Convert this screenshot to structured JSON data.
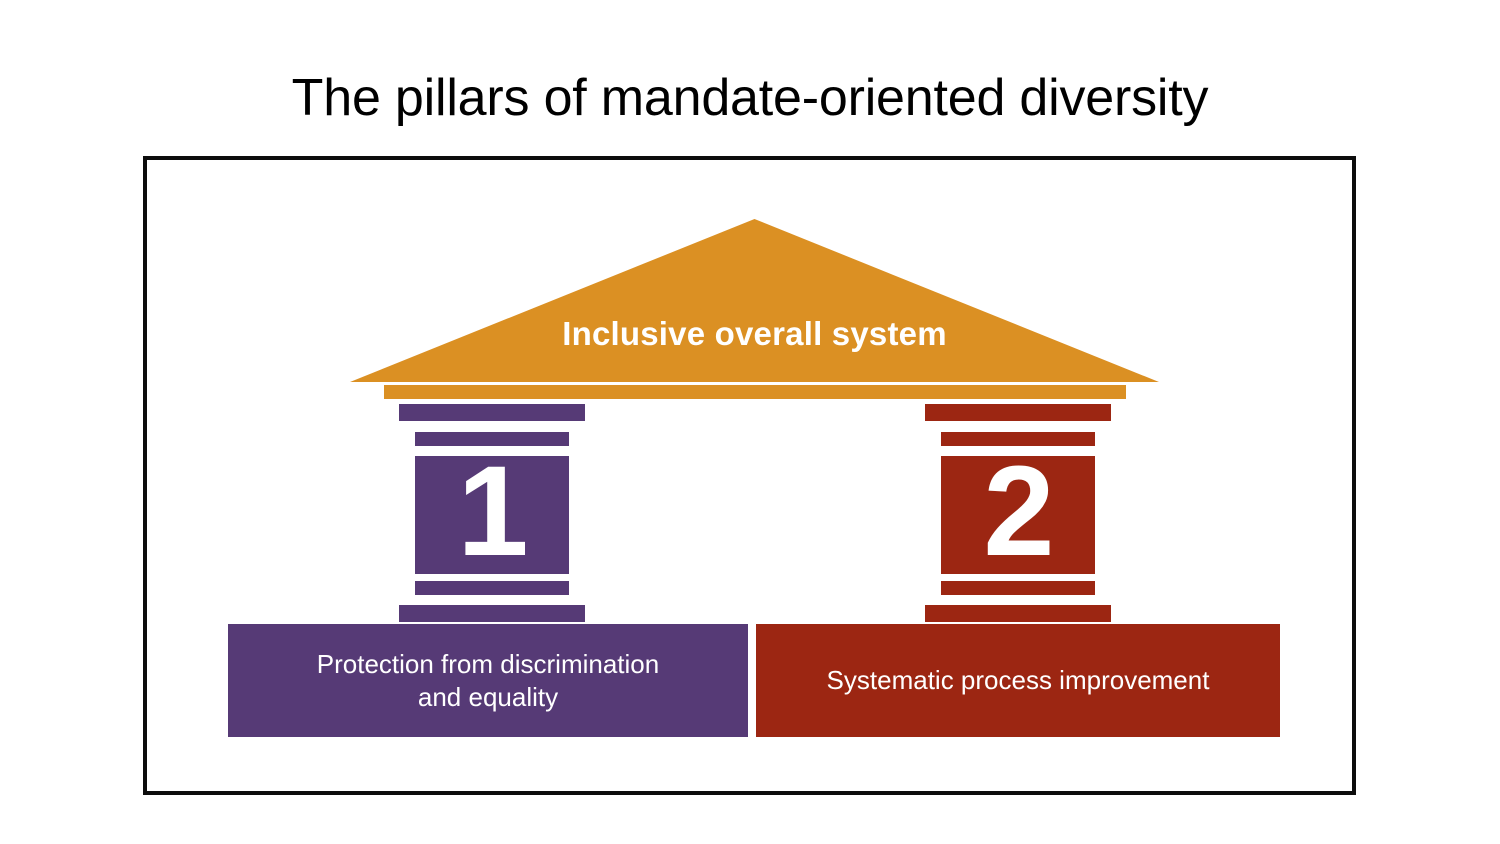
{
  "title": "The pillars of mandate-oriented diversity",
  "colors": {
    "roof": "#DB9023",
    "pillar_1": "#563A76",
    "pillar_2": "#9C2612",
    "frame": "#0D0D0D",
    "text_on_color": "#FFFFFF",
    "title_text": "#000000"
  },
  "roof": {
    "label": "Inclusive overall system"
  },
  "pillars": [
    {
      "number": "1",
      "color": "#563A76",
      "base_label": "Protection from discrimination\nand equality"
    },
    {
      "number": "2",
      "color": "#9C2612",
      "base_label": "Systematic process improvement"
    }
  ]
}
